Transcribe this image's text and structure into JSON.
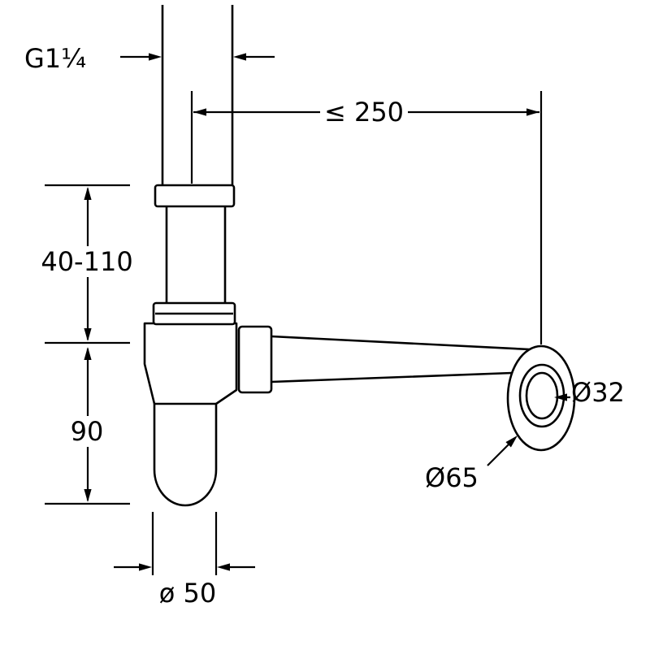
{
  "diagram": {
    "type": "technical-dimension-drawing",
    "subject": "bottle-trap-siphon",
    "labels": {
      "thread_size": "G1¼",
      "max_wall_distance": "≤ 250",
      "inlet_height_range": "40-110",
      "cup_height": "90",
      "bore_diameter": "Ø32",
      "flange_diameter": "Ø65",
      "cup_diameter": "ø 50"
    },
    "colors": {
      "line": "#000000",
      "background": "#ffffff"
    }
  }
}
